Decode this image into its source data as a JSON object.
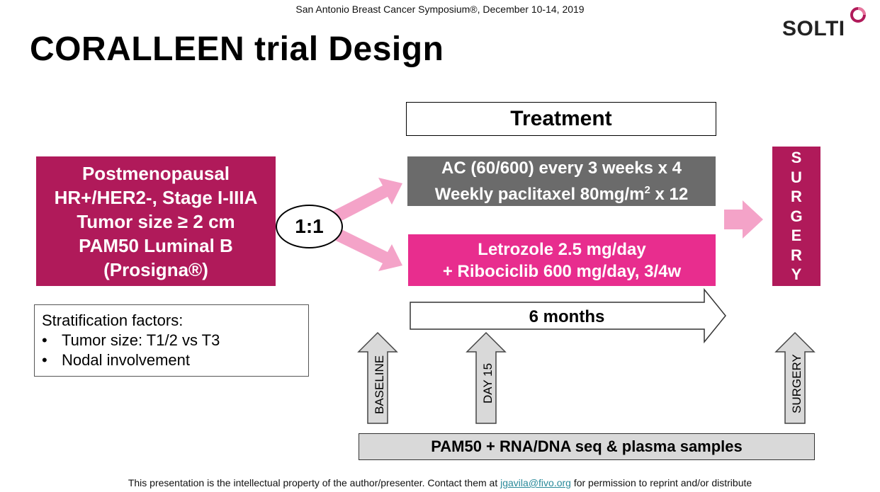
{
  "header": {
    "conference": "San Antonio Breast Cancer Symposium®, December 10-14, 2019"
  },
  "title": "CORALLEEN trial Design",
  "logo": {
    "text": "SOLTI"
  },
  "patient_box": {
    "lines": [
      "Postmenopausal",
      "HR+/HER2-, Stage I-IIIA",
      "Tumor size ≥ 2 cm",
      "PAM50 Luminal B",
      "(Prosigna®)"
    ]
  },
  "randomization": {
    "ratio": "1:1"
  },
  "treatment": {
    "heading": "Treatment",
    "arm_ac": {
      "line1": "AC (60/600) every 3 weeks x 4",
      "line2_pre": "Weekly paclitaxel 80mg/m",
      "line2_sup": "2",
      "line2_post": " x 12"
    },
    "arm_letrozole": {
      "line1": "Letrozole 2.5 mg/day",
      "line2": "+ Ribociclib 600 mg/day, 3/4w"
    }
  },
  "surgery_box": {
    "letters": [
      "S",
      "U",
      "R",
      "G",
      "E",
      "R",
      "Y"
    ]
  },
  "stratification": {
    "heading": "Stratification factors:",
    "bullet": "•",
    "items": [
      "Tumor size: T1/2 vs T3",
      "Nodal involvement"
    ]
  },
  "timeline": {
    "duration": "6 months",
    "timepoints": [
      "BASELINE",
      "DAY 15",
      "SURGERY"
    ]
  },
  "samples": {
    "label": "PAM50 + RNA/DNA seq & plasma samples"
  },
  "footer": {
    "pre": "This presentation is the intellectual property of the author/presenter. Contact them at ",
    "email": " jgavila@fivo.org",
    "post": " for permission to reprint and/or distribute"
  },
  "colors": {
    "magenta_dark": "#b01a5a",
    "magenta_bright": "#e82d8e",
    "gray_arm": "#6b6b6b",
    "arrow_pink": "#f4a3c8",
    "timepoint_arrow": "#d9d9d9"
  }
}
